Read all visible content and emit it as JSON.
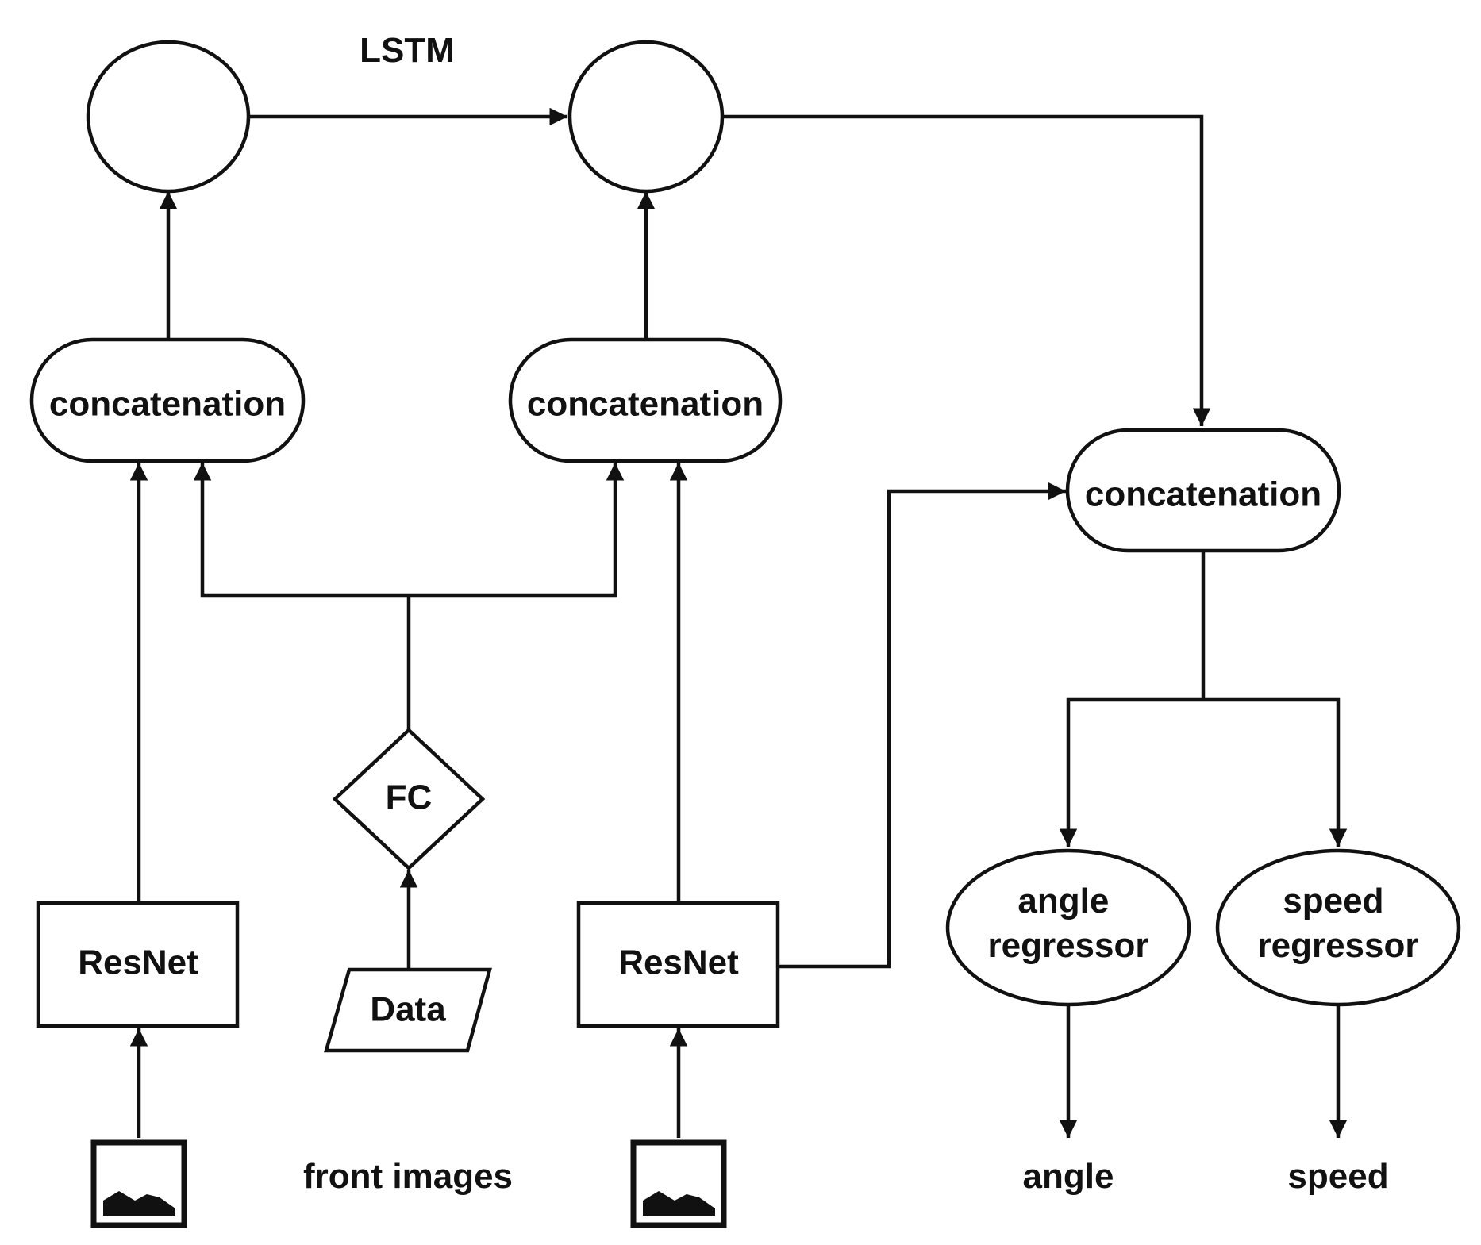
{
  "diagram": {
    "lstm_label": "LSTM",
    "concat_left": "concatenation",
    "concat_middle": "concatenation",
    "concat_right": "concatenation",
    "resnet_left": "ResNet",
    "resnet_right": "ResNet",
    "fc": "FC",
    "data": "Data",
    "front_images": "front images",
    "angle_regressor_line1": "angle",
    "angle_regressor_line2": "regressor",
    "speed_regressor_line1": "speed",
    "speed_regressor_line2": "regressor",
    "output_angle": "angle",
    "output_speed": "speed"
  },
  "icons": {
    "input_image_left": "image-icon",
    "input_image_right": "image-icon"
  }
}
